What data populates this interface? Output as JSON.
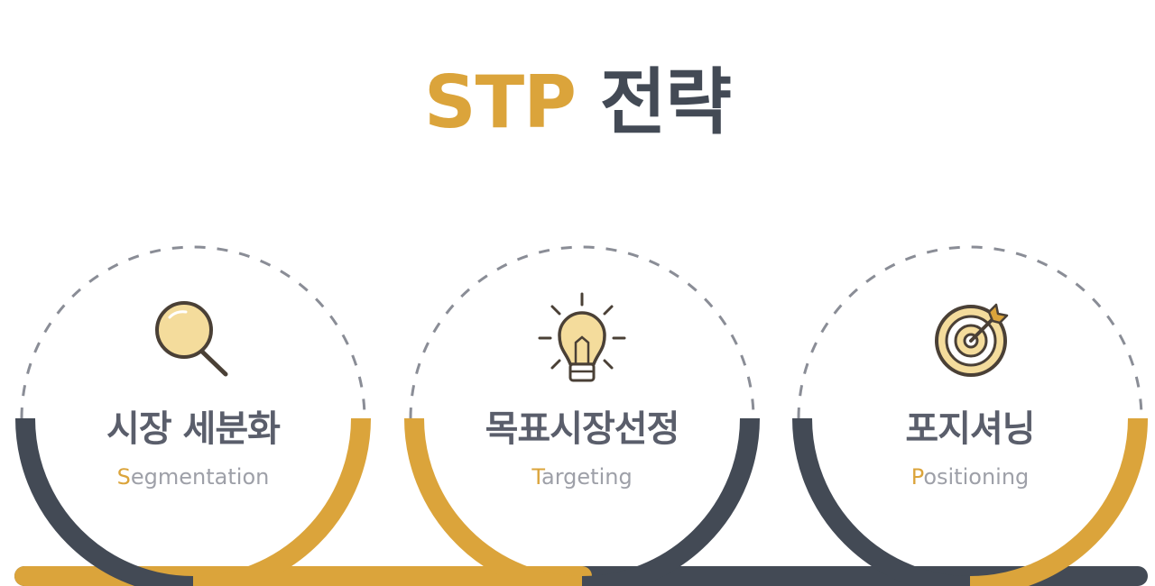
{
  "title": {
    "accent": "STP",
    "rest": "전략"
  },
  "colors": {
    "gold": "#dba43b",
    "dark": "#434a55",
    "dashed": "#8a8d96",
    "iconFill": "#f4dc9c",
    "iconStroke": "#4a4036"
  },
  "steps": [
    {
      "kr": "시장 세분화",
      "en_first": "S",
      "en_rest": "egmentation",
      "icon": "magnifier-icon"
    },
    {
      "kr": "목표시장선정",
      "en_first": "T",
      "en_rest": "argeting",
      "icon": "lightbulb-icon"
    },
    {
      "kr": "포지셔닝",
      "en_first": "P",
      "en_rest": "ositioning",
      "icon": "target-icon"
    }
  ]
}
